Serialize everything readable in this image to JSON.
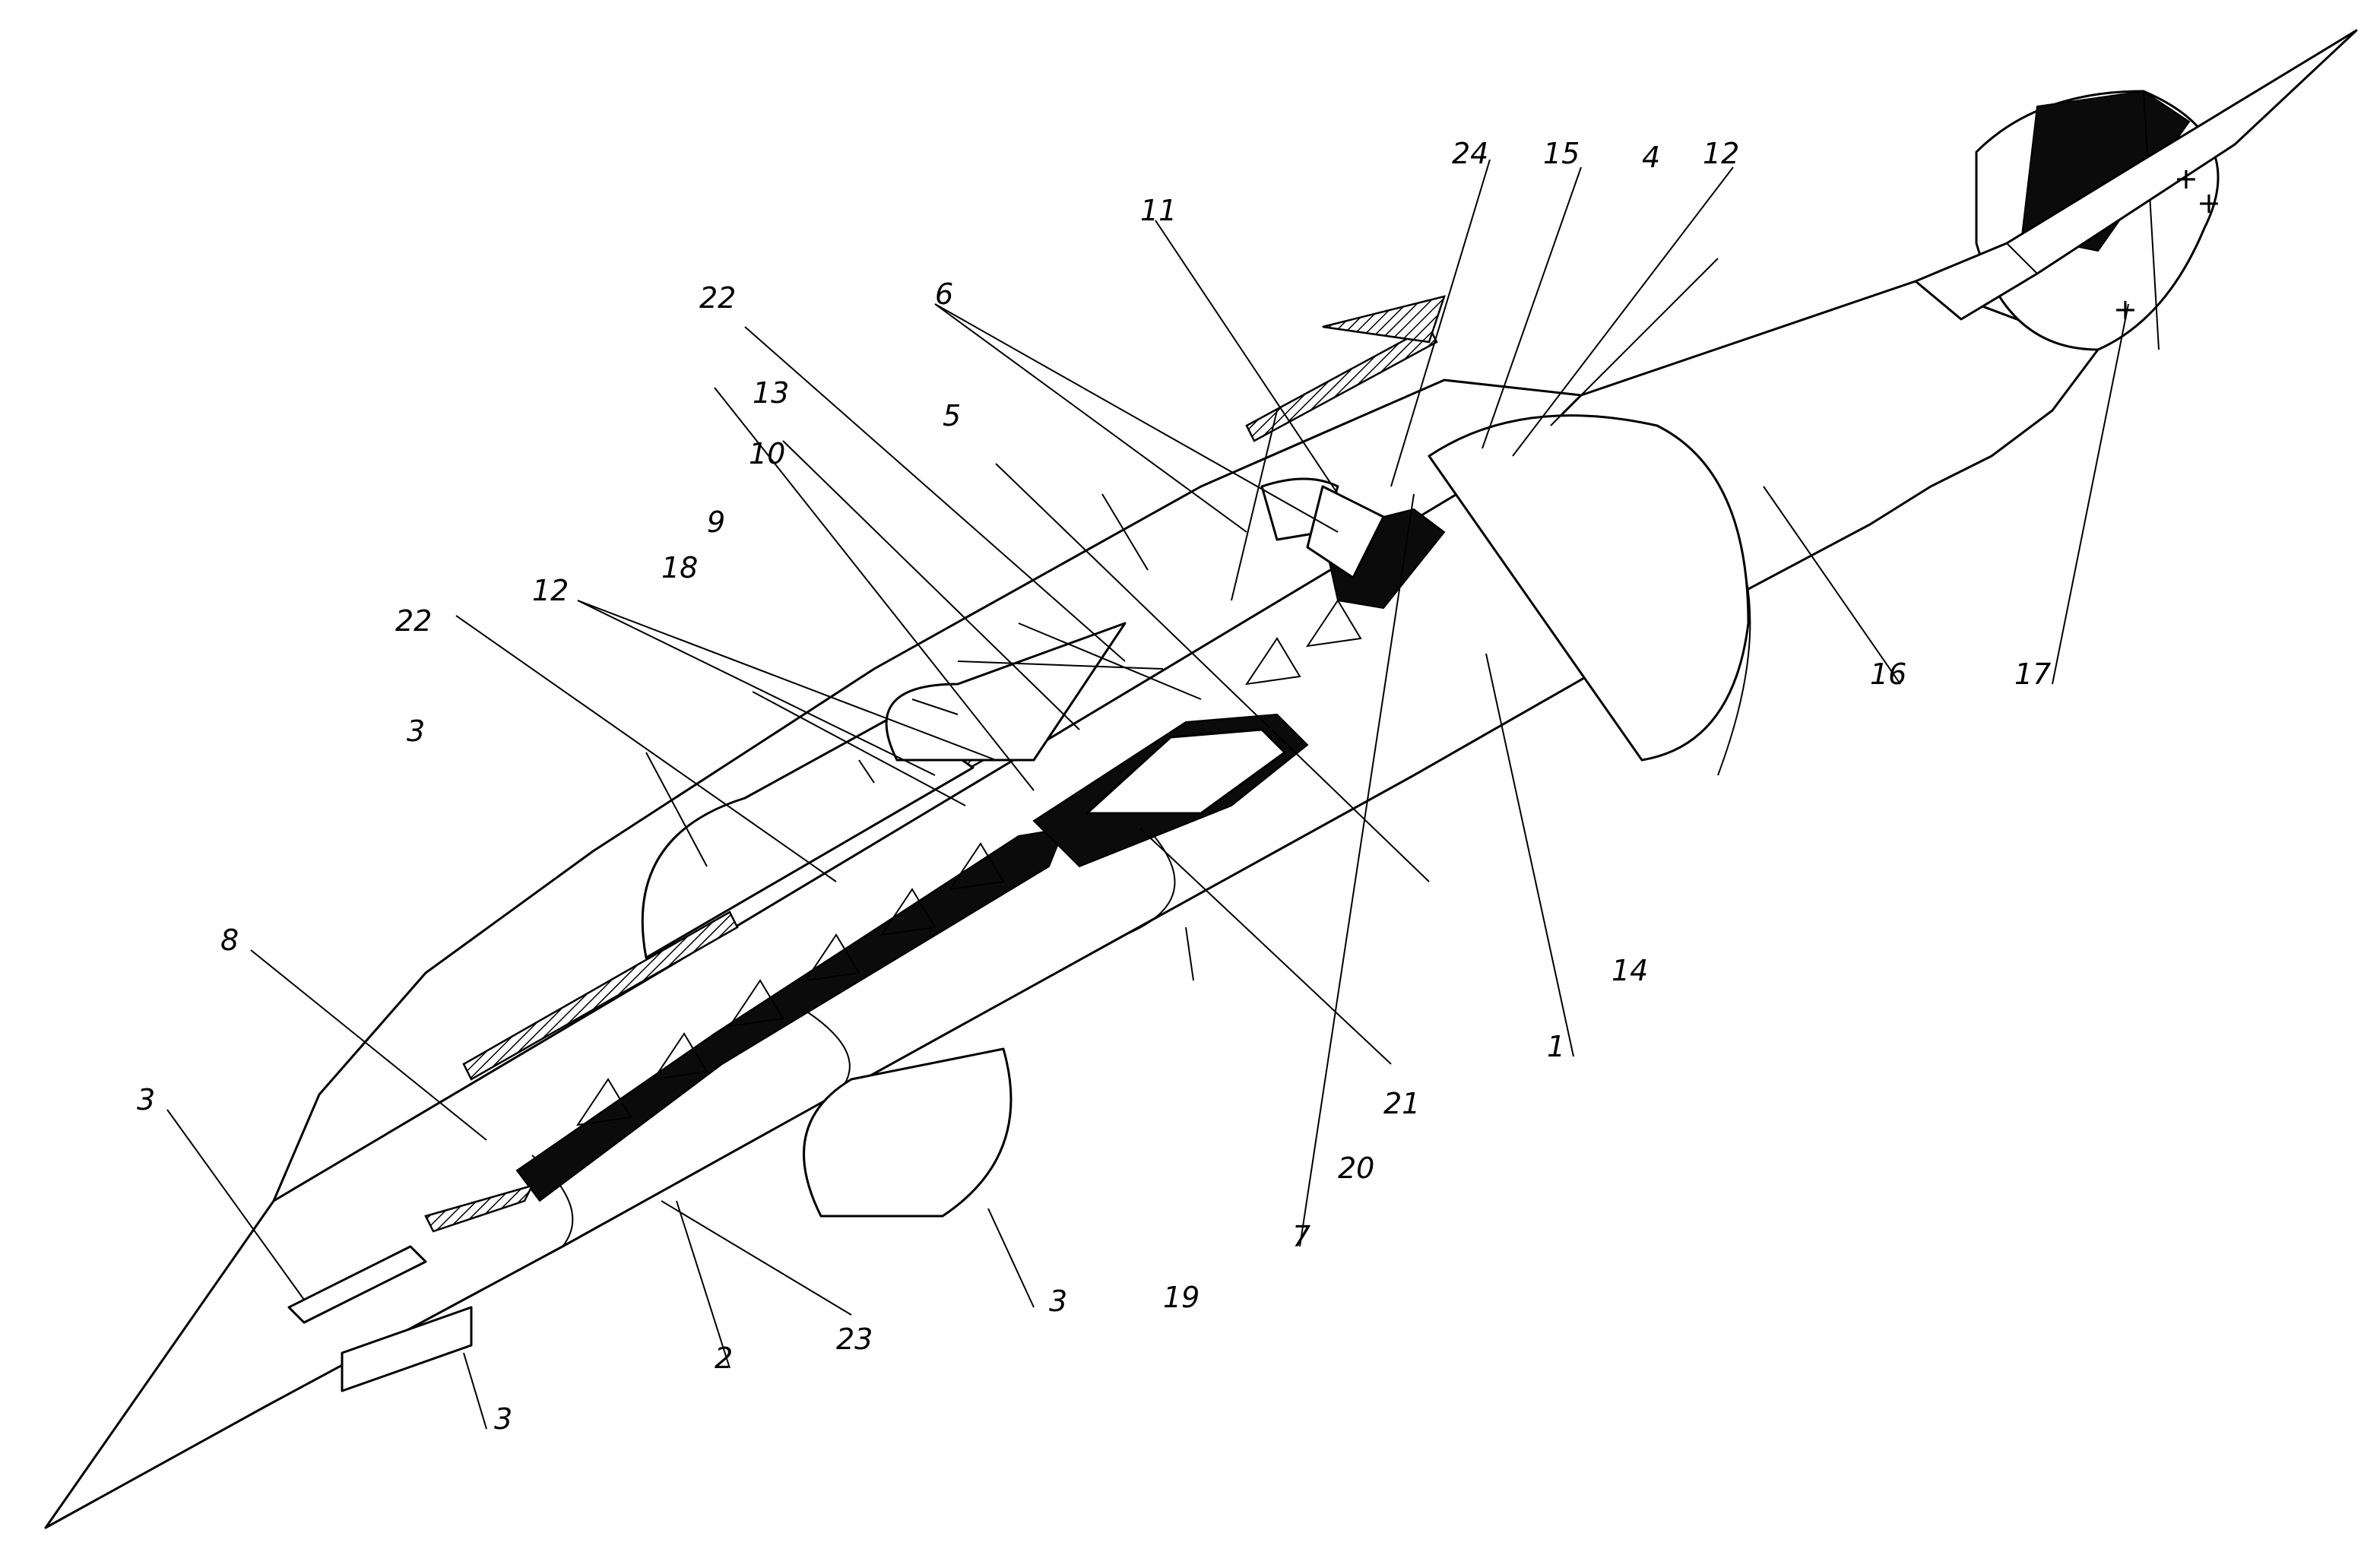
{
  "figure": {
    "callouts": [
      {
        "id": "c1",
        "text": "1"
      },
      {
        "id": "c2",
        "text": "2"
      },
      {
        "id": "c3a",
        "text": "3"
      },
      {
        "id": "c3b",
        "text": "3"
      },
      {
        "id": "c3c",
        "text": "3"
      },
      {
        "id": "c3d",
        "text": "3"
      },
      {
        "id": "c4",
        "text": "4"
      },
      {
        "id": "c5",
        "text": "5"
      },
      {
        "id": "c6",
        "text": "6"
      },
      {
        "id": "c7",
        "text": "7"
      },
      {
        "id": "c8",
        "text": "8"
      },
      {
        "id": "c9",
        "text": "9"
      },
      {
        "id": "c10",
        "text": "10"
      },
      {
        "id": "c11",
        "text": "11"
      },
      {
        "id": "c12a",
        "text": "12"
      },
      {
        "id": "c12b",
        "text": "12"
      },
      {
        "id": "c13",
        "text": "13"
      },
      {
        "id": "c14",
        "text": "14"
      },
      {
        "id": "c15",
        "text": "15"
      },
      {
        "id": "c16",
        "text": "16"
      },
      {
        "id": "c17",
        "text": "17"
      },
      {
        "id": "c18",
        "text": "18"
      },
      {
        "id": "c19",
        "text": "19"
      },
      {
        "id": "c20",
        "text": "20"
      },
      {
        "id": "c21",
        "text": "21"
      },
      {
        "id": "c22a",
        "text": "22"
      },
      {
        "id": "c22b",
        "text": "22"
      },
      {
        "id": "c23",
        "text": "23"
      },
      {
        "id": "c24",
        "text": "24"
      }
    ]
  }
}
